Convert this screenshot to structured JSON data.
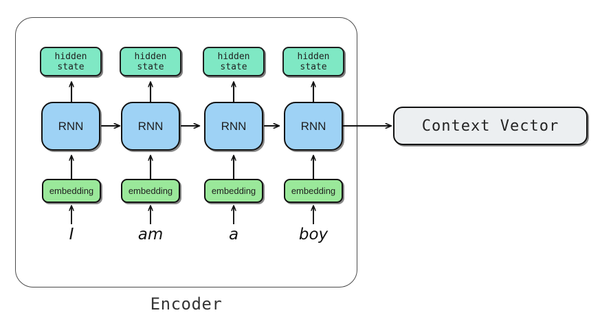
{
  "diagram": {
    "title_label": "Encoder",
    "colors": {
      "hidden_state_fill": "#7fe8c4",
      "rnn_fill": "#9ed2f5",
      "embedding_fill": "#9ae89a",
      "context_vector_fill": "#eceff1",
      "stroke": "#111111",
      "container_stroke": "#4a4a4a",
      "background": "#ffffff"
    },
    "context_vector_label": "Context Vector",
    "timesteps": [
      {
        "index": 1,
        "hidden_state_line1": "hidden",
        "hidden_state_line2": "state",
        "rnn_label": "RNN",
        "embedding_label": "embedding",
        "word": "I"
      },
      {
        "index": 2,
        "hidden_state_line1": "hidden",
        "hidden_state_line2": "state",
        "rnn_label": "RNN",
        "embedding_label": "embedding",
        "word": "am"
      },
      {
        "index": 3,
        "hidden_state_line1": "hidden",
        "hidden_state_line2": "state",
        "rnn_label": "RNN",
        "embedding_label": "embedding",
        "word": "a"
      },
      {
        "index": 4,
        "hidden_state_line1": "hidden",
        "hidden_state_line2": "state",
        "rnn_label": "RNN",
        "embedding_label": "embedding",
        "word": "boy"
      }
    ],
    "sentence": "I am a boy",
    "icons": {
      "up_arrow": "arrow-up-icon",
      "right_arrow": "arrow-right-icon"
    }
  }
}
